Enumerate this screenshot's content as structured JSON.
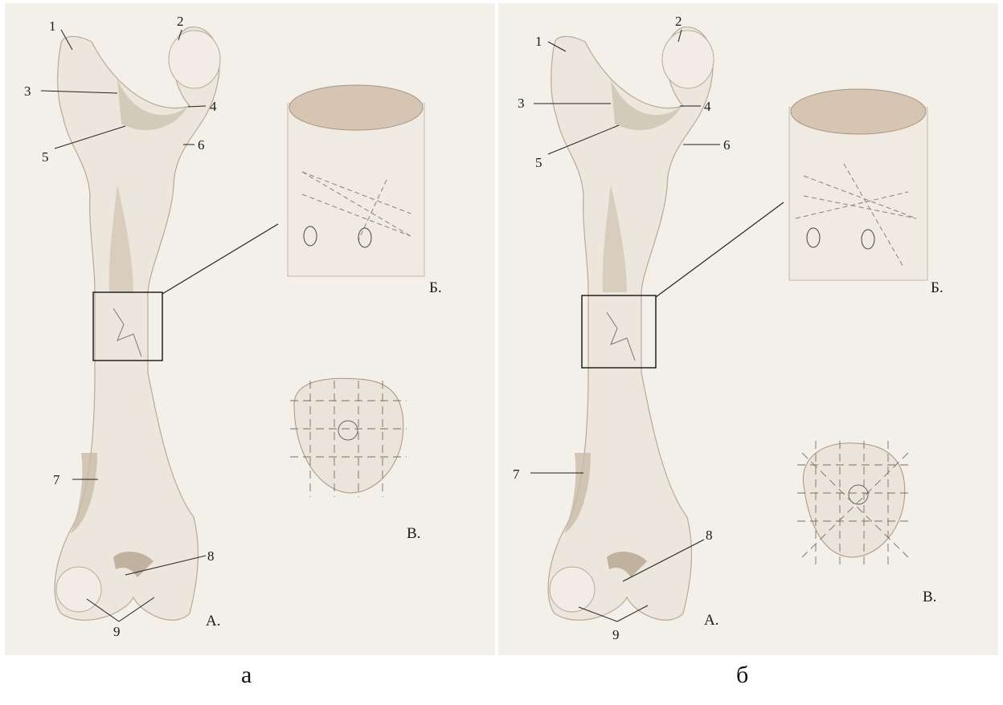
{
  "panels": [
    {
      "id": "a",
      "caption": "а",
      "view_labels": {
        "A": "А.",
        "B": "Б.",
        "C": "В."
      },
      "numbers": [
        "1",
        "2",
        "3",
        "4",
        "5",
        "6",
        "7",
        "8",
        "9"
      ],
      "pins": "parallel"
    },
    {
      "id": "b",
      "caption": "б",
      "view_labels": {
        "A": "А.",
        "B": "Б.",
        "C": "В."
      },
      "numbers": [
        "1",
        "2",
        "3",
        "4",
        "5",
        "6",
        "7",
        "8",
        "9"
      ],
      "pins": "crossed"
    }
  ],
  "colors": {
    "background": "#f3efe9",
    "bone": "#ece6dd",
    "shade": "#cbbdaa",
    "ink": "#1a1a1a"
  }
}
